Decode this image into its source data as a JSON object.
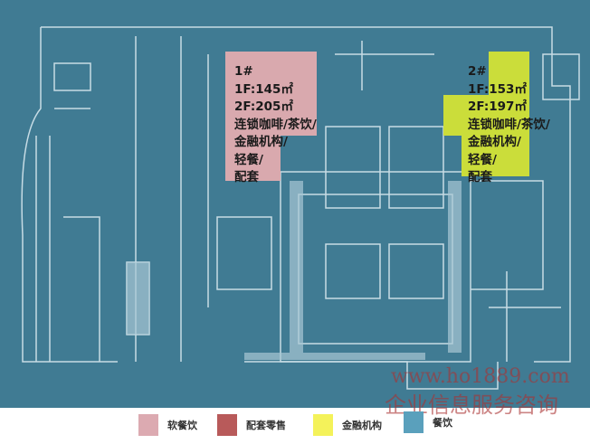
{
  "zones": [
    {
      "id": "1#",
      "lines": [
        "1#",
        "1F:145㎡",
        "2F:205㎡",
        "连锁咖啡/茶饮/",
        "金融机构/",
        "轻餐/",
        "配套"
      ],
      "color": "#d9a9ae"
    },
    {
      "id": "2#",
      "lines": [
        "2#",
        "1F:153㎡",
        "2F:197㎡",
        "连锁咖啡/茶饮/",
        "金融机构/",
        "轻餐/",
        "配套"
      ],
      "color": "#cbdd3a"
    }
  ],
  "legend": [
    {
      "label": "软餐饮",
      "color": "#dcaab1"
    },
    {
      "label": "配套零售",
      "color": "#b85a5a"
    },
    {
      "label": "金融机构",
      "color": "#f4f25a"
    },
    {
      "label": "餐饮",
      "color": "#5aa0bc"
    }
  ],
  "watermark": {
    "url": "www.ho1889.com",
    "text": "企业信息服务咨询"
  }
}
